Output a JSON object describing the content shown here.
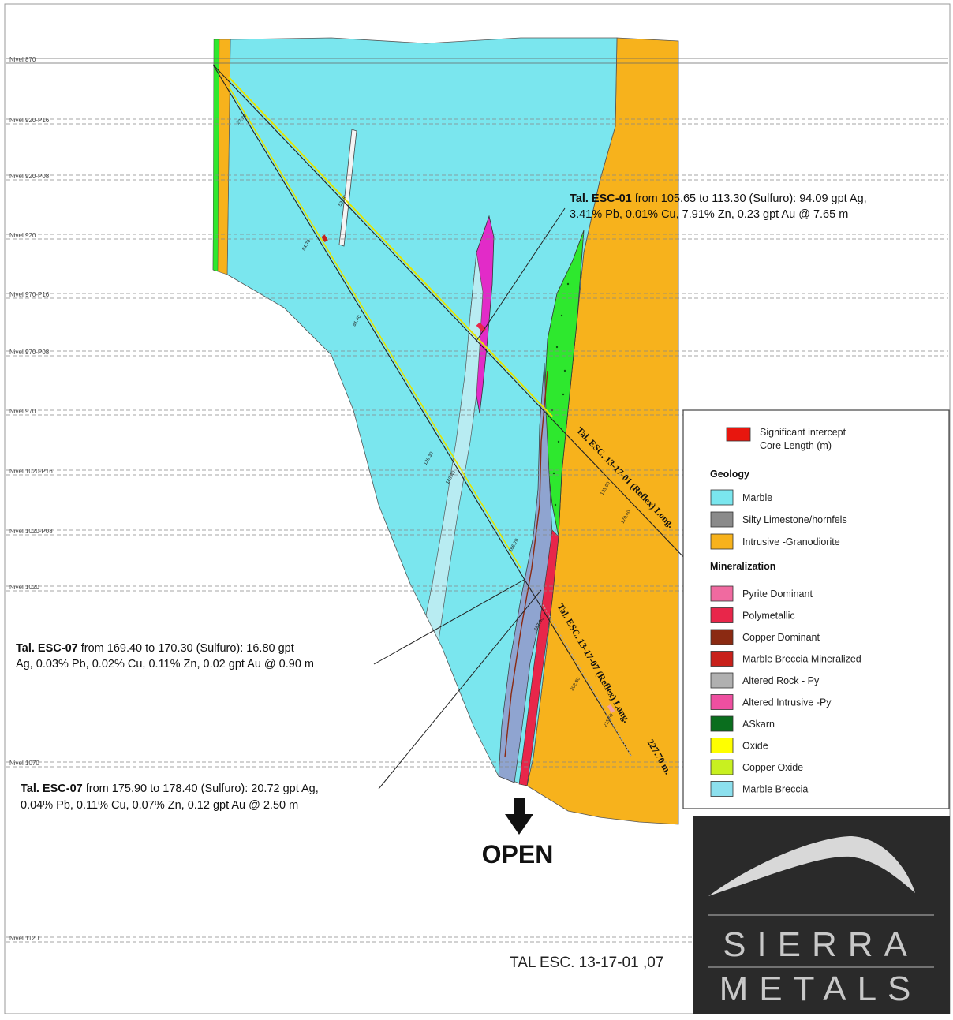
{
  "levels": [
    {
      "label": "Nivel 870"
    },
    {
      "label": "Nivel 920-P16"
    },
    {
      "label": "Nivel 920-P08"
    },
    {
      "label": "Nivel 920"
    },
    {
      "label": "Nivel 970-P16"
    },
    {
      "label": "Nivel 970-P08"
    },
    {
      "label": "Nivel 970"
    },
    {
      "label": "Nivel 1020-P16"
    },
    {
      "label": "Nivel 1020-P08"
    },
    {
      "label": "Nivel 1020"
    },
    {
      "label": "Nivel 1070"
    },
    {
      "label": "Nivel 1120"
    }
  ],
  "annotations": {
    "esc01": {
      "bold": "Tal. ESC-01",
      "line1": " from 105.65 to 113.30 (Sulfuro): 94.09 gpt Ag,",
      "line2": "3.41% Pb, 0.01% Cu, 7.91% Zn, 0.23 gpt Au @ 7.65 m"
    },
    "esc07a": {
      "bold": "Tal. ESC-07",
      "line1": " from 169.40 to 170.30 (Sulfuro): 16.80 gpt",
      "line2": "Ag, 0.03% Pb, 0.02% Cu, 0.11% Zn, 0.02 gpt Au @ 0.90 m"
    },
    "esc07b": {
      "bold": "Tal. ESC-07",
      "line1": " from 175.90 to 178.40 (Sulfuro): 20.72 gpt Ag,",
      "line2": "0.04% Pb, 0.11% Cu, 0.07% Zn, 0.12 gpt Au @ 2.50 m"
    }
  },
  "drillholes": {
    "hole1": "Tal. ESC. 13-17-01 (Reflex) Long.",
    "hole7": "Tal. ESC. 13-17-07 (Reflex) Long.",
    "hole7_length": "227.70 m."
  },
  "open_label": "OPEN",
  "section_title": "TAL ESC. 13-17-01 ,07",
  "legend": {
    "significant_intercept_line1": "Significant intercept",
    "significant_intercept_line2": "Core Length (m)",
    "geology_title": "Geology",
    "geology": [
      {
        "label": "Marble",
        "color": "#7ae6ee"
      },
      {
        "label": "Silty Limestone/hornfels",
        "color": "#8a8a8a"
      },
      {
        "label": "Intrusive -Granodiorite",
        "color": "#f7b21c"
      }
    ],
    "mineralization_title": "Mineralization",
    "mineralization": [
      {
        "label": "Pyrite Dominant",
        "color": "#f06aa0"
      },
      {
        "label": "Polymetallic",
        "color": "#e8264a"
      },
      {
        "label": "Copper Dominant",
        "color": "#8b2a12"
      },
      {
        "label": "Marble Breccia Mineralized",
        "color": "#c8201a"
      },
      {
        "label": "Altered Rock - Py",
        "color": "#b0b0b0"
      },
      {
        "label": "Altered Intrusive -Py",
        "color": "#ee4fa0"
      },
      {
        "label": "ASkarn",
        "color": "#0a6e1e"
      },
      {
        "label": "Oxide",
        "color": "#ffff00"
      },
      {
        "label": "Copper Oxide",
        "color": "#c8f020"
      },
      {
        "label": "Marble Breccia",
        "color": "#8ce0ee"
      }
    ]
  },
  "logo": {
    "line1": "SIERRA",
    "line2": "METALS"
  },
  "colors": {
    "marble": "#7ae6ee",
    "intrusive": "#f7b21c",
    "skarn": "#2ee82e",
    "polymetallic": "#e8264a",
    "pyrite": "#e22bc8",
    "logo_bg": "#2a2a2a"
  }
}
